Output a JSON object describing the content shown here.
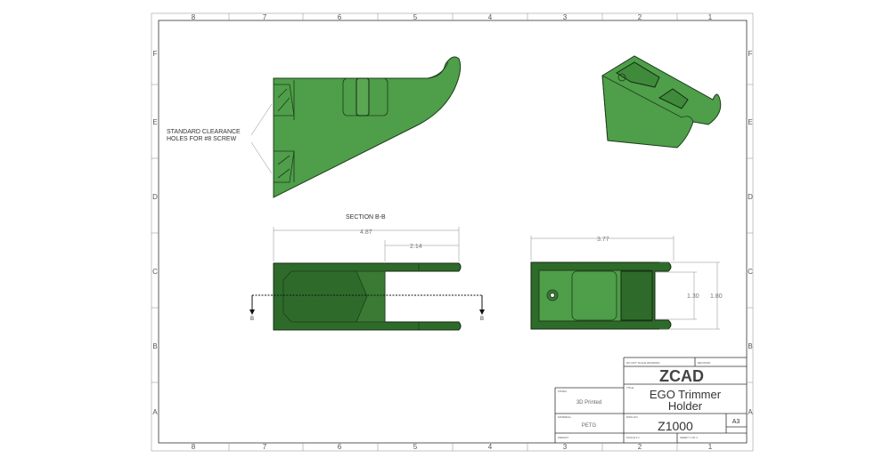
{
  "sheet": {
    "columns": [
      "8",
      "7",
      "6",
      "5",
      "4",
      "3",
      "2",
      "1"
    ],
    "rows": [
      "F",
      "E",
      "D",
      "C",
      "B",
      "A"
    ]
  },
  "annotations": {
    "callout_line1": "STANDARD CLEARANCE",
    "callout_line2": "HOLES FOR #8 SCREW",
    "section_title": "SECTION B-B",
    "section_marker": "B"
  },
  "dimensions": {
    "overall_length": "4.87",
    "hook_length": "2.14",
    "top_length": "3.77",
    "inner_width": "1.30",
    "outer_width": "1.80"
  },
  "title_block": {
    "do_not_scale_label": "DO NOT SCALE DRAWING",
    "revision_label": "REVISION",
    "logo": "ZCAD",
    "title_label": "TITLE:",
    "title_line1": "EGO Trimmer",
    "title_line2": "Holder",
    "finish_label": "FINISH",
    "finish_value": "3D Printed",
    "material_label": "MATERIAL:",
    "material_value": "PETG",
    "weight_label": "WEIGHT:",
    "dwg_no_label": "DWG NO.",
    "dwg_no_value": "Z1000",
    "size": "A3",
    "scale_label": "SCALE:1:1",
    "sheet_label": "SHEET 1 OF 1"
  },
  "colors": {
    "part_green": "#4f9e4a",
    "part_dark_green": "#2e6b2a",
    "logo_accent": "#3aa7c9"
  }
}
